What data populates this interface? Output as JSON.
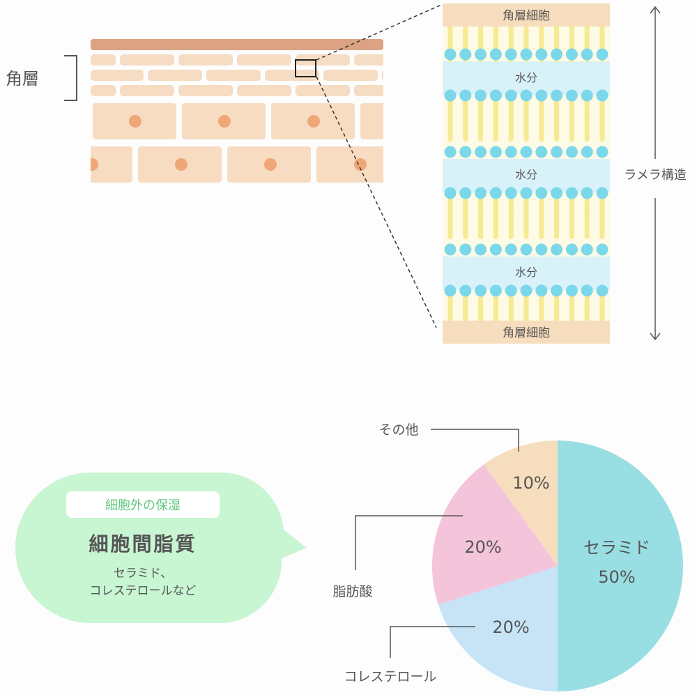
{
  "skin": {
    "stratum_label": "角層"
  },
  "lamella": {
    "cell_label_top": "角層細胞",
    "cell_label_bottom": "角層細胞",
    "water_labels": [
      "水分",
      "水分",
      "水分"
    ],
    "structure_label": "ラメラ構造"
  },
  "bubble": {
    "tag": "細胞外の保湿",
    "title": "細胞間脂質",
    "body_line1": "セラミド、",
    "body_line2": "コレステロールなど"
  },
  "chart_data": {
    "type": "pie",
    "slices": [
      {
        "name": "セラミド",
        "value": 50,
        "label": "50%",
        "color": "#99dee2"
      },
      {
        "name": "コレステロール",
        "value": 20,
        "label": "20%",
        "color": "#c6e4f6"
      },
      {
        "name": "脂肪酸",
        "value": 20,
        "label": "20%",
        "color": "#f4c4da"
      },
      {
        "name": "その他",
        "value": 10,
        "label": "10%",
        "color": "#f6ddbd"
      }
    ]
  }
}
